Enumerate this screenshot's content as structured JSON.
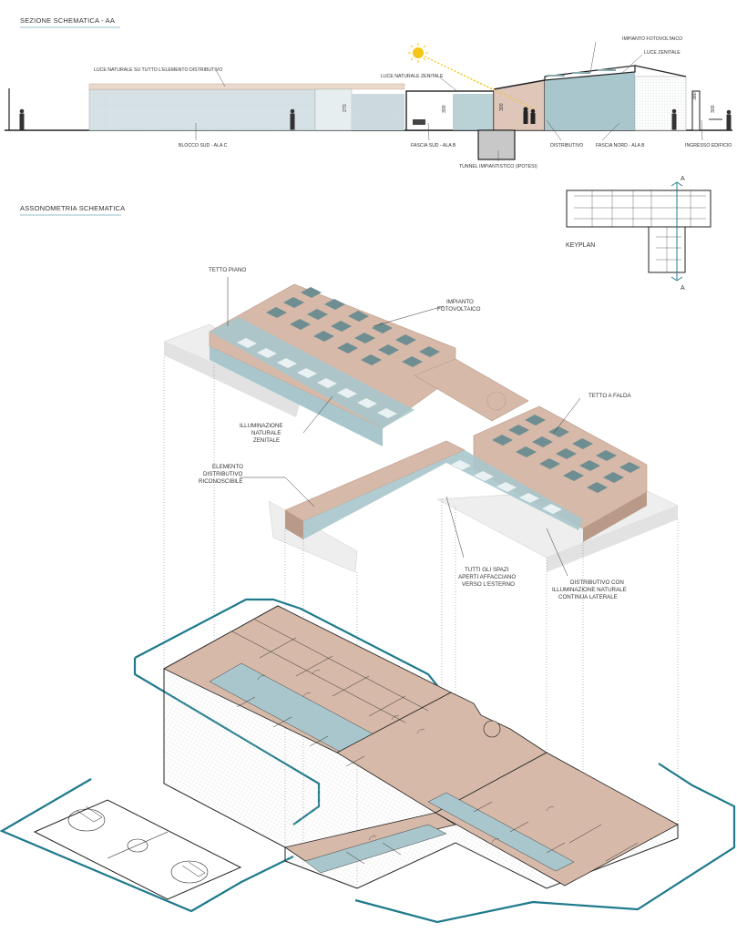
{
  "section": {
    "title": "SEZIONE SCHEMATICA - AA",
    "labels": {
      "photovoltaic": "IMPIANTO FOTOVOLTAICO",
      "skylight": "LUCE ZENITALE",
      "natural_light_distributive": "LUCE NATURALE SU TUTTO L'ELEMENTO DISTRIBUTIVO",
      "zenithal_natural_light": "LUCE NATURALE ZENITALE",
      "south_block": "BLOCCO SUD - ALA C",
      "south_band": "FASCIA SUD - ALA B",
      "distributive": "DISTRIBUTIVO",
      "north_band": "FASCIA NORD - ALA B",
      "entrance": "INGRESSO EDIFICIO",
      "tunnel": "TUNNEL IMPIANTISTICO (IPOTESI)"
    },
    "dims": {
      "d1": "270",
      "d2": "300",
      "d3": "300",
      "d4": "380",
      "d5": "300"
    }
  },
  "axonometry": {
    "title": "ASSONOMETRIA SCHEMATICA",
    "labels": {
      "flat_roof": "TETTO PIANO",
      "pv_line1": "IMPIANTO",
      "pv_line2": "FOTOVOLTAICO",
      "pitched_roof": "TETTO A FALDA",
      "zen_line1": "ILLUMINAZIONE",
      "zen_line2": "NATURALE",
      "zen_line3": "ZENITALE",
      "dist_line1": "ELEMENTO",
      "dist_line2": "DISTRIBUTIVO",
      "dist_line3": "RICONOSCIBILE",
      "open_line1": "TUTTI GLI SPAZI",
      "open_line2": "APERTI AFFACCIANO",
      "open_line3": "VERSO L'ESTERNO",
      "lat_line1": "DISTRIBUTIVO CON",
      "lat_line2": "ILLUMINAZIONE NATURALE",
      "lat_line3": "CONTINUA LATERALE"
    }
  },
  "keyplan": {
    "title": "KEYPLAN",
    "marker_top": "A",
    "marker_bottom": "A"
  },
  "colors": {
    "roof": "#d6b9a8",
    "roof_dark": "#b99a88",
    "glass": "#a9c6cc",
    "glass_dark": "#7fa2aa",
    "panel": "#6f8e92",
    "teal_line": "#1f7a8c",
    "accent_sun": "#f5c518"
  }
}
